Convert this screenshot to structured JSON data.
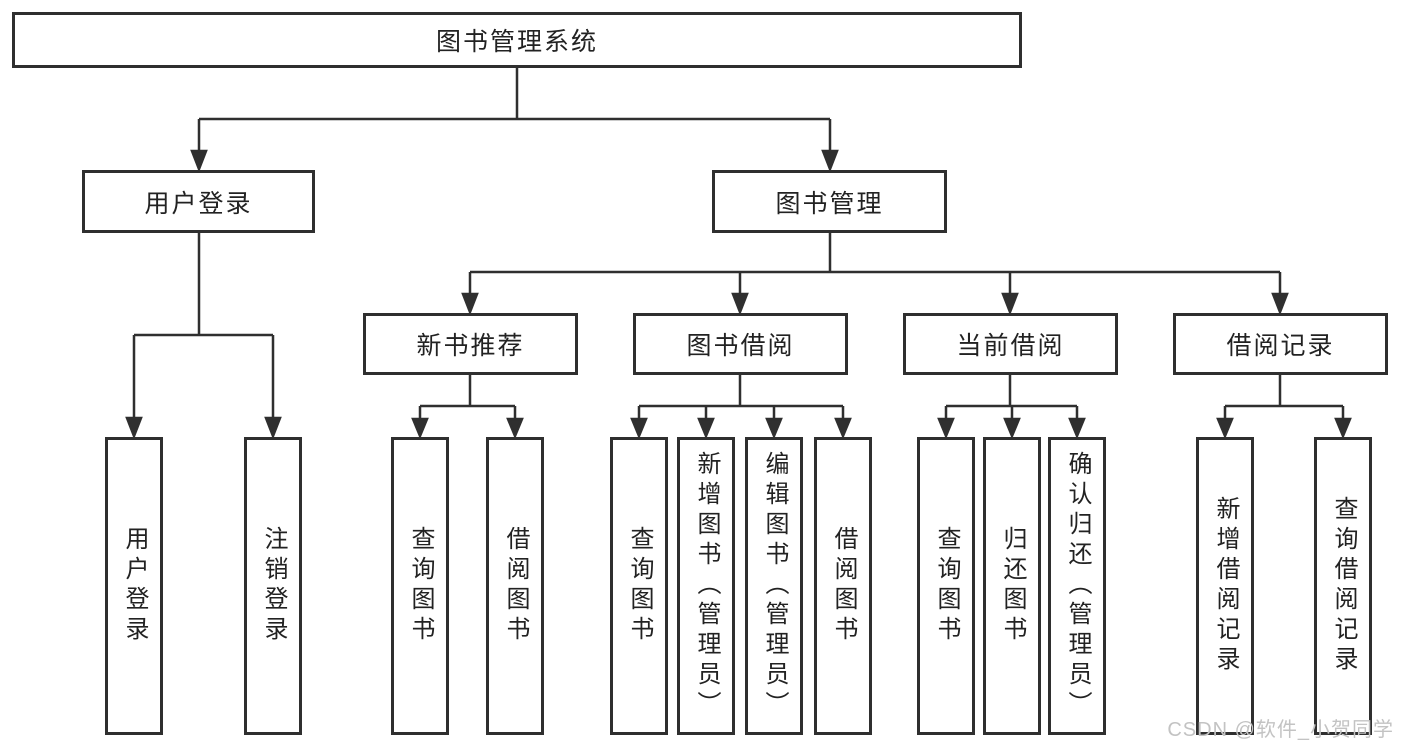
{
  "colors": {
    "line": "#2f2f2f",
    "text": "#222222",
    "watermark": "#c3c3c3",
    "background": "#ffffff"
  },
  "diagram": {
    "root": {
      "label": "图书管理系统"
    },
    "level2": [
      {
        "label": "用户登录"
      },
      {
        "label": "图书管理"
      }
    ],
    "level3": [
      {
        "label": "新书推荐"
      },
      {
        "label": "图书借阅"
      },
      {
        "label": "当前借阅"
      },
      {
        "label": "借阅记录"
      }
    ],
    "leafGroups": [
      {
        "parent": "用户登录",
        "items": [
          {
            "label": "用户登录"
          },
          {
            "label": "注销登录"
          }
        ]
      },
      {
        "parent": "新书推荐",
        "items": [
          {
            "label": "查询图书"
          },
          {
            "label": "借阅图书"
          }
        ]
      },
      {
        "parent": "图书借阅",
        "items": [
          {
            "label": "查询图书"
          },
          {
            "label": "新增图书（管理员）"
          },
          {
            "label": "编辑图书（管理员）"
          },
          {
            "label": "借阅图书"
          }
        ]
      },
      {
        "parent": "当前借阅",
        "items": [
          {
            "label": "查询图书"
          },
          {
            "label": "归还图书"
          },
          {
            "label": "确认归还（管理员）"
          }
        ]
      },
      {
        "parent": "借阅记录",
        "items": [
          {
            "label": "新增借阅记录"
          },
          {
            "label": "查询借阅记录"
          }
        ]
      }
    ]
  },
  "watermark": {
    "text": "CSDN @软件_小贺同学"
  }
}
